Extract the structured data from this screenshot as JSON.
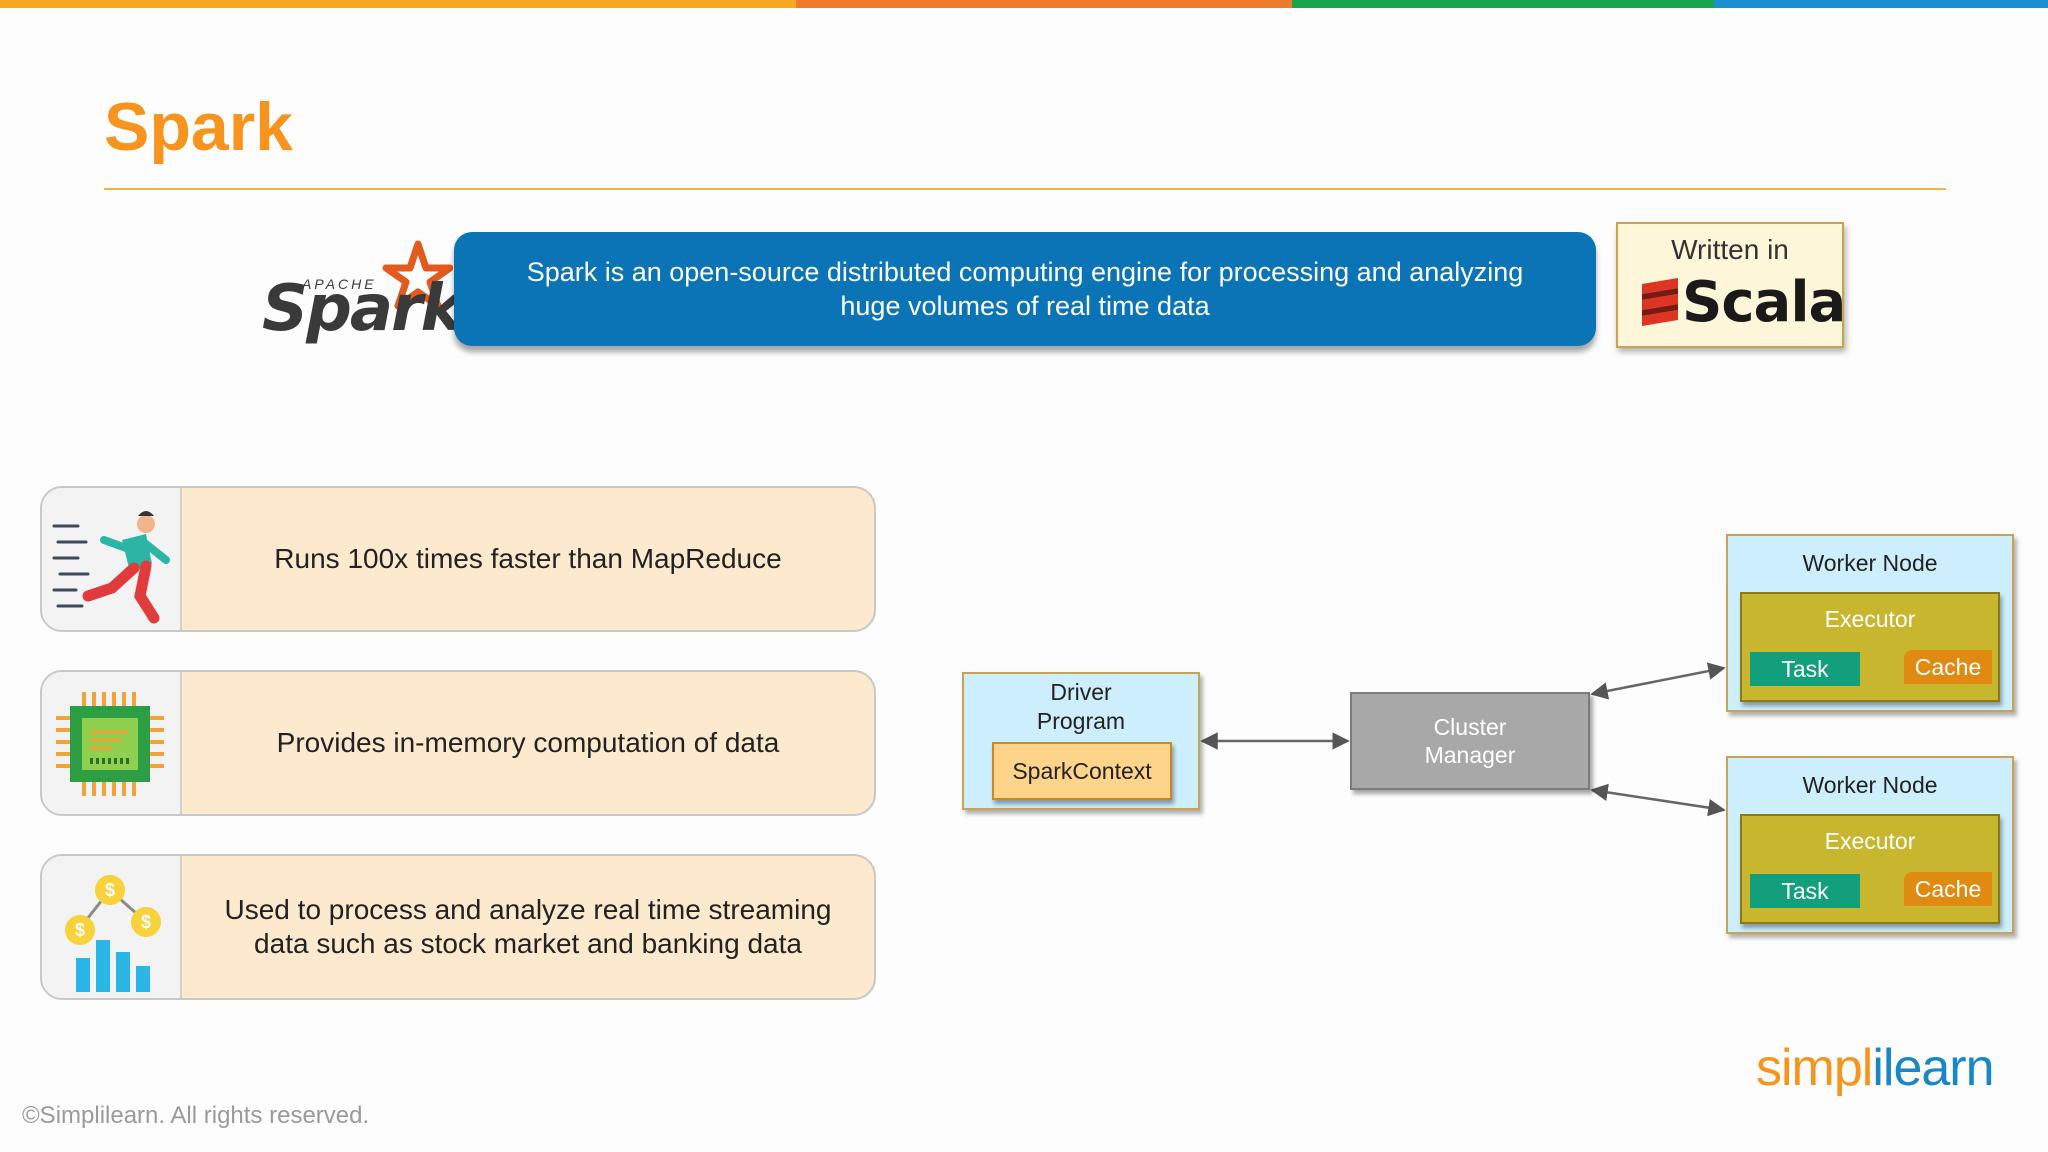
{
  "slide": {
    "title": "Spark",
    "definition": "Spark is an open-source distributed computing engine for processing and analyzing huge volumes of real time data"
  },
  "spark_logo": {
    "apache": "APACHE",
    "word": "Spark"
  },
  "scala_badge": {
    "written_in": "Written in",
    "language": "Scala"
  },
  "features": [
    {
      "text": "Runs 100x times faster than MapReduce",
      "icon": "running-person-icon"
    },
    {
      "text": "Provides in-memory computation of data",
      "icon": "microchip-icon"
    },
    {
      "text": "Used to process and analyze real time streaming data such as stock market and banking data",
      "icon": "finance-chart-icon"
    }
  ],
  "architecture": {
    "driver": {
      "label_line1": "Driver",
      "label_line2": "Program",
      "context": "SparkContext"
    },
    "cluster": {
      "label_line1": "Cluster",
      "label_line2": "Manager"
    },
    "workers": [
      {
        "label": "Worker Node",
        "executor": "Executor",
        "task": "Task",
        "cache": "Cache"
      },
      {
        "label": "Worker Node",
        "executor": "Executor",
        "task": "Task",
        "cache": "Cache"
      }
    ]
  },
  "footer": {
    "brand_part1": "simpl",
    "brand_part2": "ilearn",
    "copyright": "©Simplilearn. All rights reserved."
  },
  "colors": {
    "accent_orange": "#f7941d",
    "definition_blue": "#0a74b6",
    "feature_bg": "#fde9cd",
    "worker_bg": "#cdeefc",
    "executor": "#c8b62f",
    "task": "#12a07c",
    "cache": "#e18a12",
    "stripe": [
      "#f7a823",
      "#ef7a2b",
      "#1aa44b",
      "#1b8fd2"
    ]
  }
}
